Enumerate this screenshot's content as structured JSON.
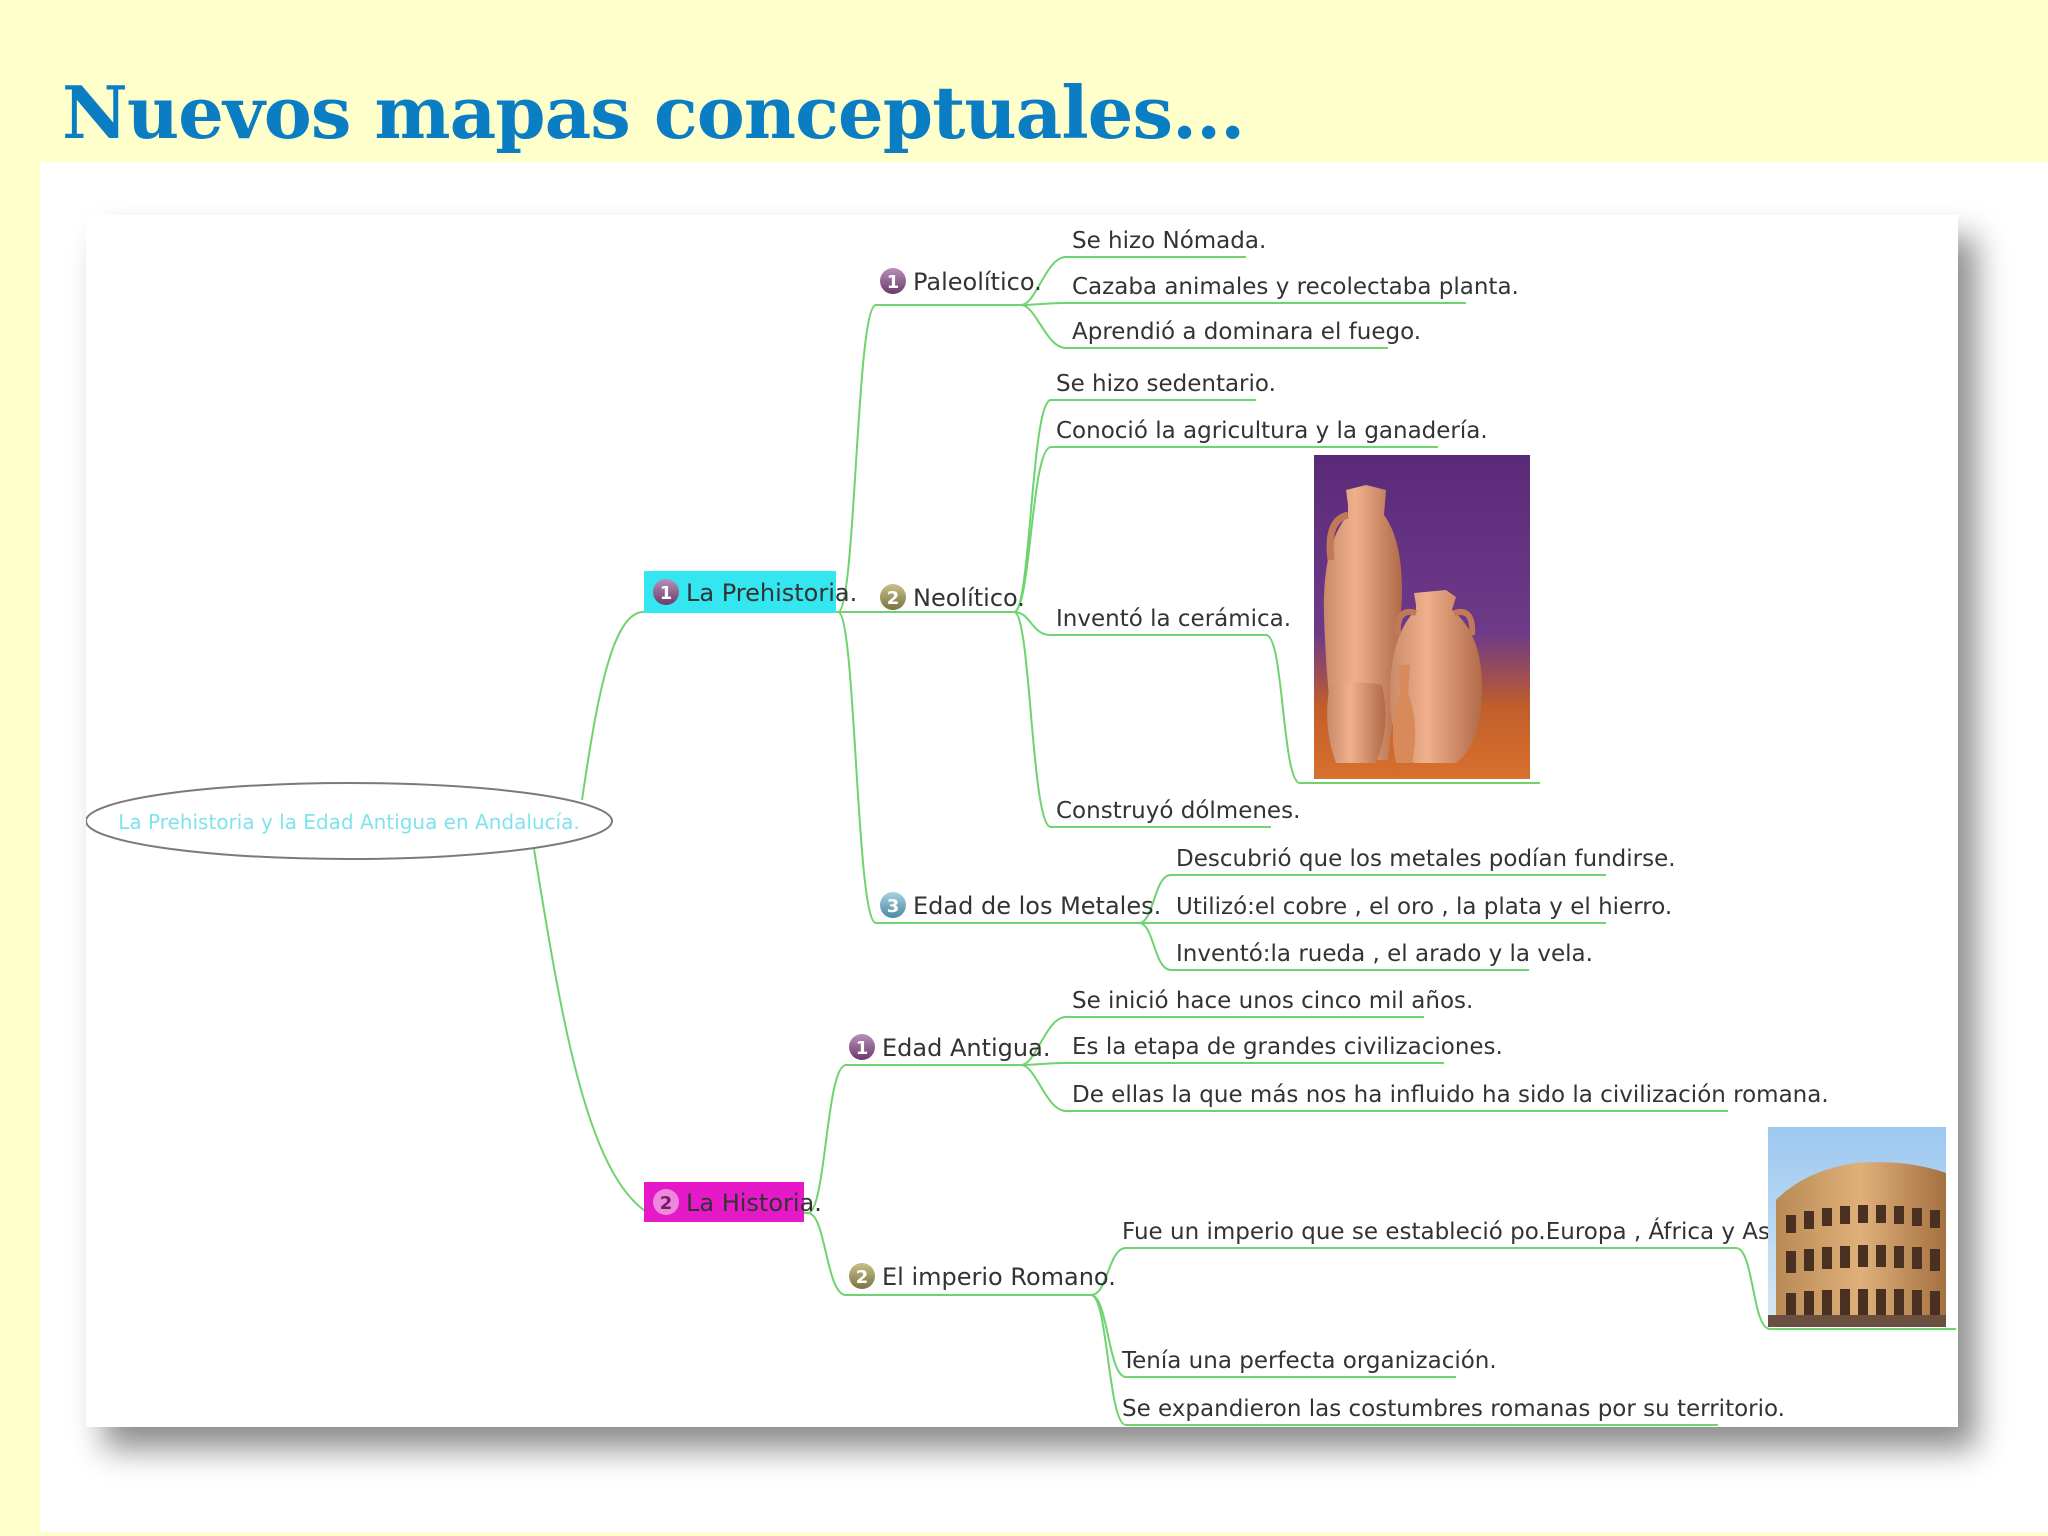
{
  "slide": {
    "title": "Nuevos mapas conceptuales..."
  },
  "colors": {
    "title": "#0b7ec3",
    "background": "#ffffcc",
    "line": "#6fd36f",
    "prehistoria_fill": "#33e6f0",
    "historia_fill": "#e619c9"
  },
  "map": {
    "root": "La Prehistoria y la Edad Antigua en Andalucía.",
    "topics": [
      {
        "label": "La Prehistoria.",
        "badge": "1",
        "branches": [
          {
            "badge": "1",
            "label": "Paleolítico.",
            "items": [
              "Se hizo Nómada.",
              "Cazaba animales y recolectaba planta.",
              "Aprendió a dominara el fuego."
            ]
          },
          {
            "badge": "2",
            "label": "Neolítico.",
            "items": [
              "Se hizo sedentario.",
              "Conoció la agricultura y la ganadería.",
              "Inventó la  cerámica.",
              "Construyó dólmenes."
            ]
          },
          {
            "badge": "3",
            "label": "Edad de los Metales.",
            "items": [
              "Descubrió que los metales podían fundirse.",
              "Utilizó:el cobre , el oro , la plata y el hierro.",
              "Inventó:la rueda , el arado y la vela."
            ]
          }
        ]
      },
      {
        "label": "La Historia.",
        "badge": "2",
        "branches": [
          {
            "badge": "1",
            "label": "Edad Antigua.",
            "items": [
              "Se inició hace unos cinco mil años.",
              "Es la etapa de grandes civilizaciones.",
              "De ellas la que más nos ha influido ha sido la civilización romana."
            ]
          },
          {
            "badge": "2",
            "label": "El imperio Romano.",
            "items": [
              "Fue un imperio que se estableció po.Europa , África y  Asia.",
              "Tenía una perfecta organización.",
              "Se expandieron las costumbres romanas por su territorio."
            ]
          }
        ]
      }
    ]
  },
  "images": {
    "ceramics": "ceramic-vessels-photo",
    "colosseum": "colosseum-photo"
  }
}
